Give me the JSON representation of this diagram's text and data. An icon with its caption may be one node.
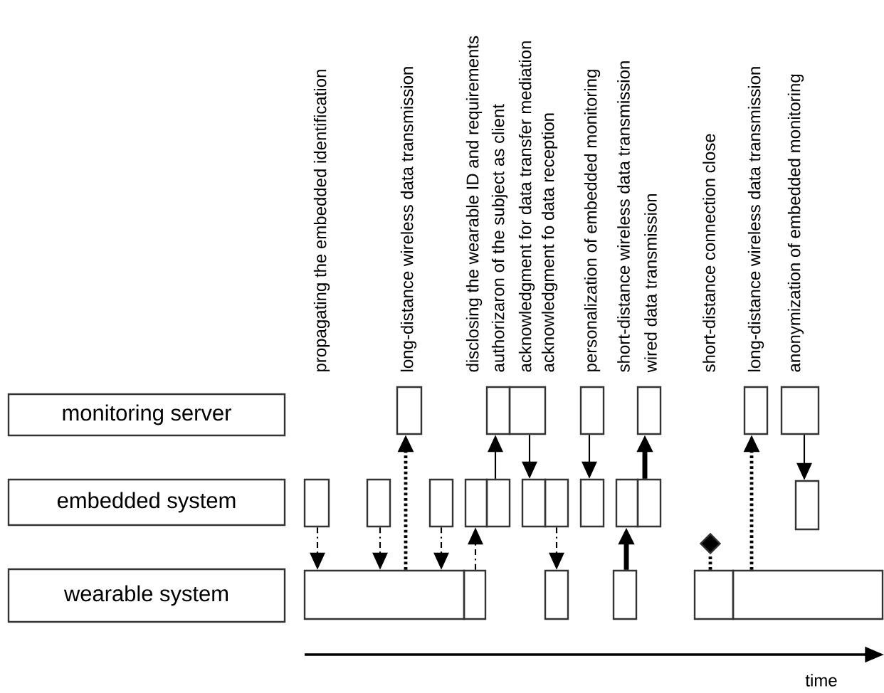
{
  "diagram": {
    "nodes": [
      {
        "text": [
          "monitoring server"
        ]
      },
      {
        "text": [
          "embedded system"
        ]
      },
      {
        "text": [
          "wearable system"
        ]
      },
      {
        "text": [],
        "shape": "box"
      },
      {
        "text": [],
        "shape": "box"
      },
      {
        "text": [],
        "shape": "box"
      },
      {
        "text": [],
        "shape": "box"
      },
      {
        "text": [],
        "shape": "box"
      },
      {
        "text": [],
        "shape": "box"
      },
      {
        "text": [],
        "shape": "box"
      },
      {
        "text": [],
        "shape": "box"
      },
      {
        "text": [],
        "shape": "box"
      },
      {
        "text": [],
        "shape": "box"
      },
      {
        "text": [],
        "shape": "box"
      },
      {
        "text": [],
        "shape": "box"
      },
      {
        "text": [],
        "shape": "box"
      },
      {
        "text": [],
        "shape": "box"
      },
      {
        "text": [],
        "shape": "box"
      },
      {
        "text": [],
        "shape": "box"
      },
      {
        "text": [],
        "shape": "box"
      },
      {
        "text": [],
        "shape": "box"
      },
      {
        "text": [],
        "shape": "box"
      },
      {
        "text": [],
        "shape": "box"
      },
      {
        "text": [],
        "shape": "box"
      },
      {
        "text": [],
        "shape": "box"
      },
      {
        "text": [],
        "shape": "box"
      },
      {
        "text": [],
        "shape": "box"
      },
      {
        "text": [],
        "shape": "diamond"
      }
    ],
    "edges": [
      {
        "from": 10,
        "to": 21,
        "arrow": "to",
        "style": "dashed"
      },
      {
        "from": 11,
        "to": 21,
        "arrow": "to",
        "style": "dashed"
      },
      {
        "from": 21,
        "to": 3,
        "arrow": "to",
        "style": "dashed"
      },
      {
        "from": 12,
        "to": 21,
        "arrow": "to",
        "style": "dashed"
      },
      {
        "from": 22,
        "to": 13,
        "arrow": "to",
        "style": "dashed"
      },
      {
        "from": 14,
        "to": 4,
        "arrow": "to"
      },
      {
        "from": 5,
        "to": 15,
        "arrow": "to"
      },
      {
        "from": 16,
        "to": 23,
        "arrow": "to",
        "style": "dashed"
      },
      {
        "from": 6,
        "to": 17,
        "arrow": "to"
      },
      {
        "from": 24,
        "to": 18,
        "arrow": "to",
        "style": "thick"
      },
      {
        "from": 19,
        "to": 7,
        "arrow": "to",
        "style": "thick"
      },
      {
        "from": 26,
        "to": 8,
        "arrow": "to",
        "style": "dashed"
      },
      {
        "from": 9,
        "to": 20,
        "arrow": "to"
      },
      {
        "from": 25,
        "to": 27,
        "arrow": "none",
        "style": "dashed"
      }
    ],
    "labels": [
      "propagating the embedded identification",
      "long-distance wireless data transmission",
      "disclosing the wearable ID and requirements",
      "authorizaron of the subject as client",
      "acknowledgment for data transfer mediation",
      "acknowledgment fo data reception",
      "personalization of embedded monitoring",
      "short-distance wireless data transmission",
      "wired data transmission",
      "short-distance connection close",
      "long-distance wireless data transmission",
      "anonymization of embedded monitoring",
      "time"
    ]
  }
}
